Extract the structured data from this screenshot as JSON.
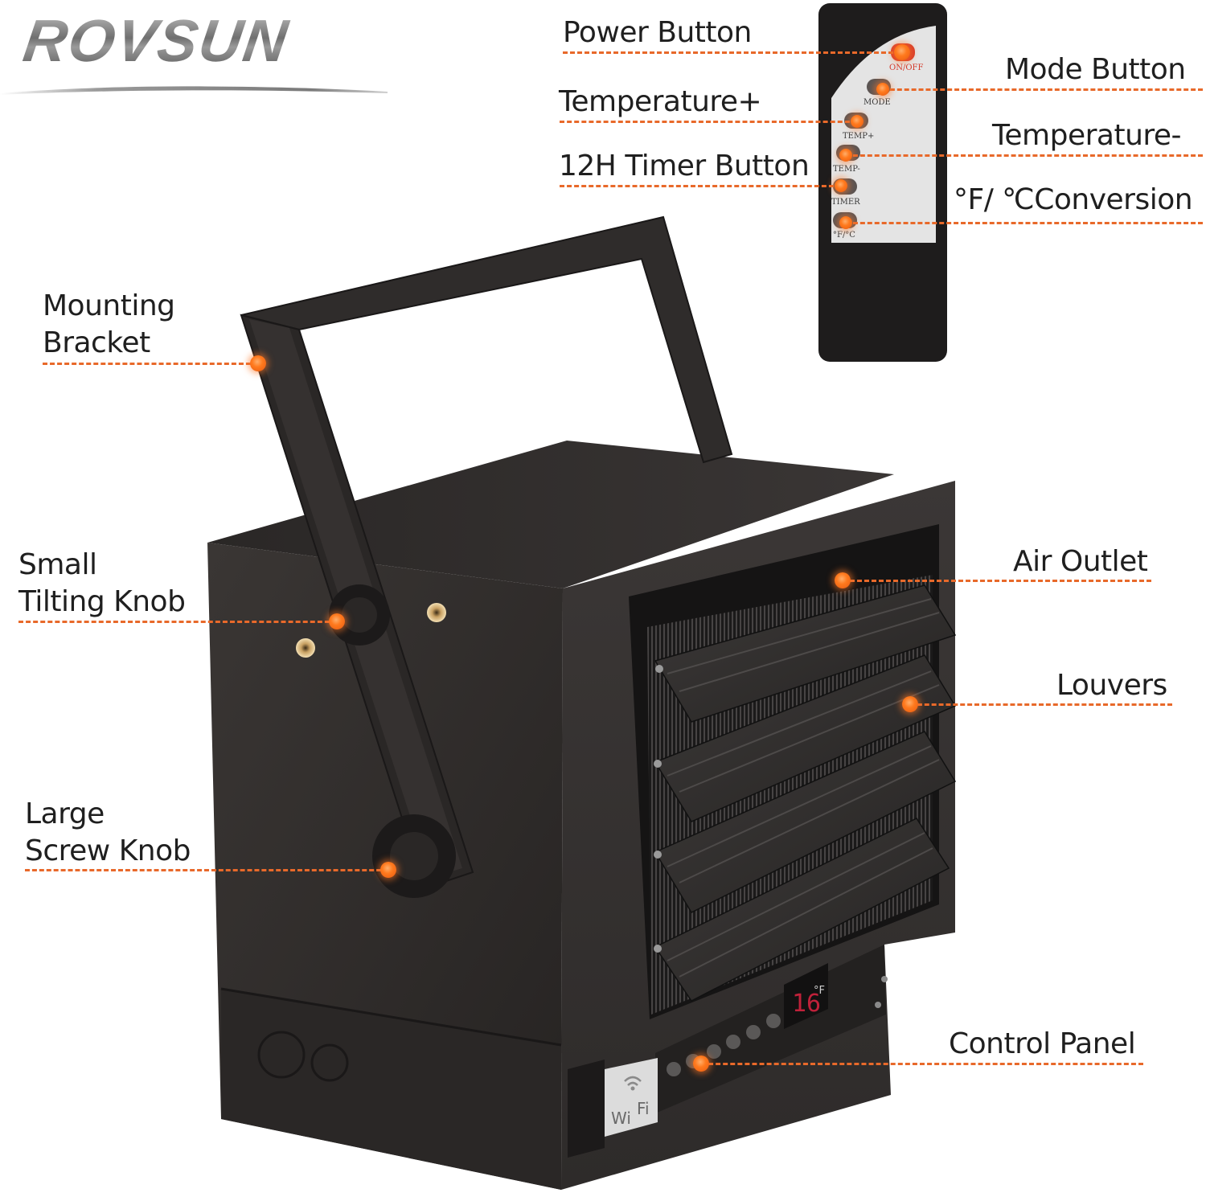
{
  "brand": {
    "logo_text": "ROVSUN"
  },
  "callouts": {
    "power_button": "Power Button",
    "mode_button": "Mode Button",
    "temperature_plus": "Temperature+",
    "temperature_minus": "Temperature-",
    "timer_button": "12H Timer Button",
    "unit_conversion": "°F/ ℃Conversion",
    "mounting_bracket_line1": "Mounting",
    "mounting_bracket_line2": "Bracket",
    "small_knob_line1": "Small",
    "small_knob_line2": "Tilting Knob",
    "large_knob_line1": "Large",
    "large_knob_line2": "Screw Knob",
    "air_outlet": "Air Outlet",
    "louvers": "Louvers",
    "control_panel": "Control Panel"
  },
  "remote": {
    "on_off": "ON/OFF",
    "mode": "MODE",
    "temp_plus": "TEMP+",
    "temp_minus": "TEMP-",
    "timer": "TIMER",
    "unit": "°F/°C"
  },
  "heater_panel": {
    "display_value": "16",
    "display_unit": "°F",
    "wifi_left": "Wi",
    "wifi_right": "Fi"
  },
  "colors": {
    "accent": "#e8692a",
    "body": "#2e2b2a",
    "remote_face": "#e4e4e4"
  }
}
